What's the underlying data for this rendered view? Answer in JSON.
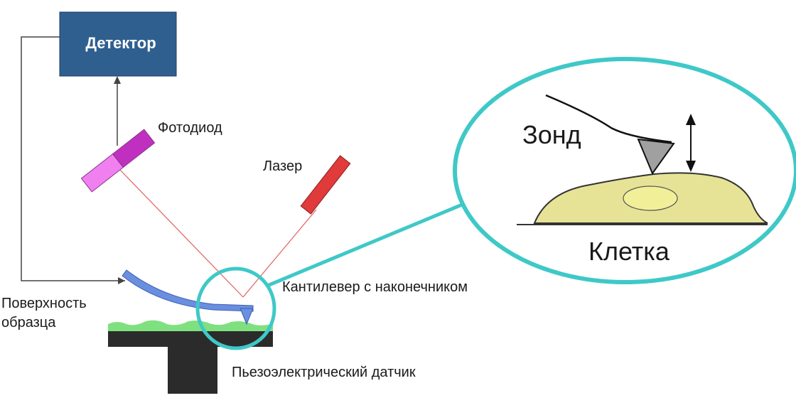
{
  "labels": {
    "detector": "Детектор",
    "photodiode": "Фотодиод",
    "laser": "Лазер",
    "probe": "Зонд",
    "cell": "Клетка",
    "cantilever": "Кантилевер с наконечником",
    "surface_line1": "Поверхность",
    "surface_line2": "образца",
    "piezo": "Пьезоэлектрический датчик"
  },
  "colors": {
    "detector_box": "#2f5f8f",
    "photodiode": "#cc33cc",
    "laser": "#e03a3a",
    "beam": "#e06060",
    "cantilever": "#6a8fe0",
    "sample_surface": "#7fe07f",
    "stage": "#2b2b2b",
    "zoom_ring": "#3fc8c8",
    "cell_fill": "#e6e396",
    "nucleus_fill": "#f2ef99",
    "probe_tip": "#a0a0a0",
    "wire": "#444444"
  }
}
